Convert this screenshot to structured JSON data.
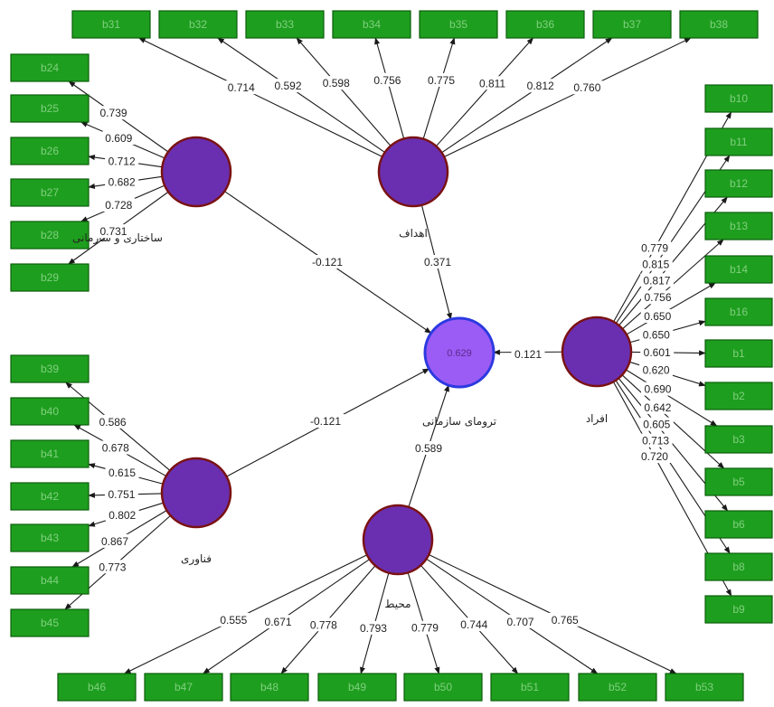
{
  "colors": {
    "indicator_fill": "#1e9e1e",
    "indicator_text": "#7fd07f",
    "construct_fill": "#6a2fb0",
    "construct_border": "#7a1212",
    "target_fill": "#9b5cf5",
    "target_border": "#2c3ae0"
  },
  "constructs": {
    "organizational": {
      "name": "ساختاری و سازمانی",
      "loadings": [
        "0.739",
        "0.609",
        "0.712",
        "0.682",
        "0.728",
        "0.731"
      ]
    },
    "goals": {
      "name": "اهداف",
      "loadings": [
        "0.714",
        "0.592",
        "0.598",
        "0.756",
        "0.775",
        "0.811",
        "0.812",
        "0.760"
      ]
    },
    "people": {
      "name": "افراد",
      "loadings": [
        "0.779",
        "0.815",
        "0.817",
        "0.756",
        "0.650",
        "0.650",
        "0.601",
        "0.620",
        "0.690",
        "0.642",
        "0.605",
        "0.713",
        "0.720"
      ]
    },
    "technology": {
      "name": "فناوری",
      "loadings": [
        "0.586",
        "0.678",
        "0.615",
        "0.751",
        "0.802",
        "0.867",
        "0.773"
      ]
    },
    "environment": {
      "name": "محیط",
      "loadings": [
        "0.555",
        "0.671",
        "0.778",
        "0.793",
        "0.779",
        "0.744",
        "0.707",
        "0.765"
      ]
    },
    "trauma": {
      "name": "ترومای سازمانی",
      "r2": "0.629"
    }
  },
  "paths": {
    "organizational": "-0.121",
    "goals": "0.371",
    "people": "0.121",
    "technology": "-0.121",
    "environment": "0.589"
  },
  "indicators": {
    "top": [
      "b31",
      "b32",
      "b33",
      "b34",
      "b35",
      "b36",
      "b37",
      "b38"
    ],
    "left_top": [
      "b24",
      "b25",
      "b26",
      "b27",
      "b28",
      "b29"
    ],
    "left_bottom": [
      "b39",
      "b40",
      "b41",
      "b42",
      "b43",
      "b44",
      "b45"
    ],
    "right": [
      "b10",
      "b11",
      "b12",
      "b13",
      "b14",
      "b16",
      "b1",
      "b2",
      "b3",
      "b5",
      "b6",
      "b8",
      "b9"
    ],
    "bottom": [
      "b46",
      "b47",
      "b48",
      "b49",
      "b50",
      "b51",
      "b52",
      "b53"
    ]
  }
}
